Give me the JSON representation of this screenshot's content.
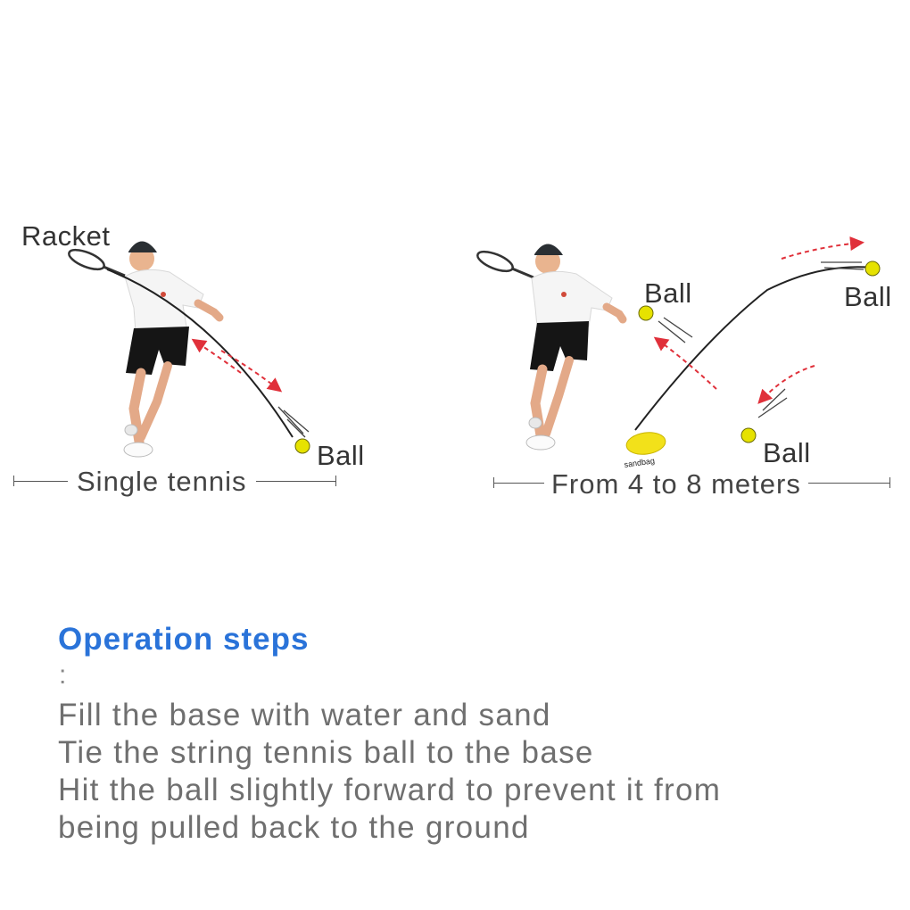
{
  "left_panel": {
    "racket_label": "Racket",
    "ball_label": "Ball",
    "caption": "Single tennis"
  },
  "right_panel": {
    "ball_label_top_mid": "Ball",
    "ball_label_top_right": "Ball",
    "ball_label_bottom": "Ball",
    "sandbag_label": "sandbag",
    "caption": "From 4 to 8 meters"
  },
  "steps": {
    "title": "Operation steps",
    "colon": ":",
    "lines": [
      "Fill the base with water and sand",
      "Tie the string tennis ball to the base",
      "Hit the ball slightly forward to prevent it from",
      "being pulled back to the ground"
    ]
  },
  "colors": {
    "title_blue": "#2a73d9",
    "arrow_red": "#e0303a",
    "ball_yellow": "#e6e200",
    "sandbag_yellow": "#f2e11a"
  }
}
